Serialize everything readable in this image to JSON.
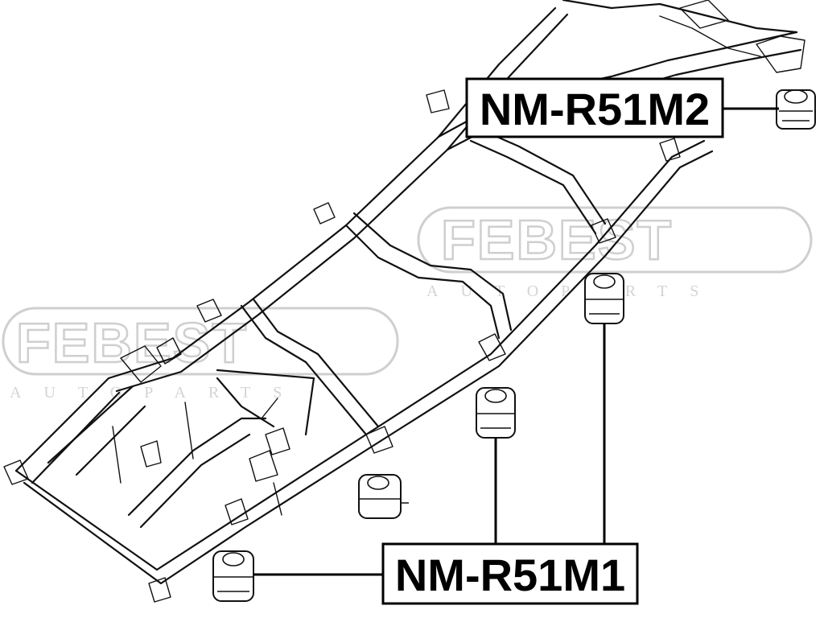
{
  "watermark": {
    "brand": "FEBEST",
    "tagline": "AUTOPARTS",
    "color": "#cfcfcf"
  },
  "parts": {
    "upper": {
      "code": "NM-R51M2"
    },
    "lower": {
      "code": "NM-R51M1"
    }
  },
  "colors": {
    "line": "#111111",
    "background": "#ffffff"
  }
}
